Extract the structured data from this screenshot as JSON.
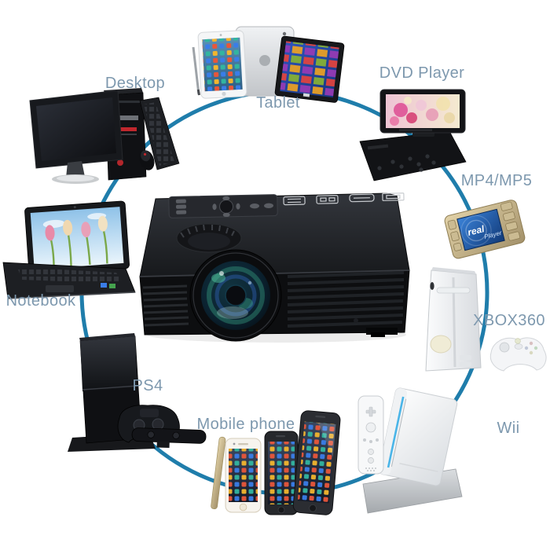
{
  "scene": {
    "background_color": "#ffffff",
    "connection_line_color": "#1f7dab",
    "label_color": "#7d98ae"
  },
  "labels": {
    "desktop": "Desktop",
    "tablet": "Tablet",
    "dvd_player": "DVD Player",
    "mp4_mp5": "MP4/MP5",
    "xbox360": "XBOX360",
    "wii": "Wii",
    "mobile_phone": "Mobile phone",
    "ps4": "PS4",
    "notebook": "Notebook"
  },
  "mp4_screen": {
    "logo_main": "real",
    "logo_sub": "Player"
  }
}
